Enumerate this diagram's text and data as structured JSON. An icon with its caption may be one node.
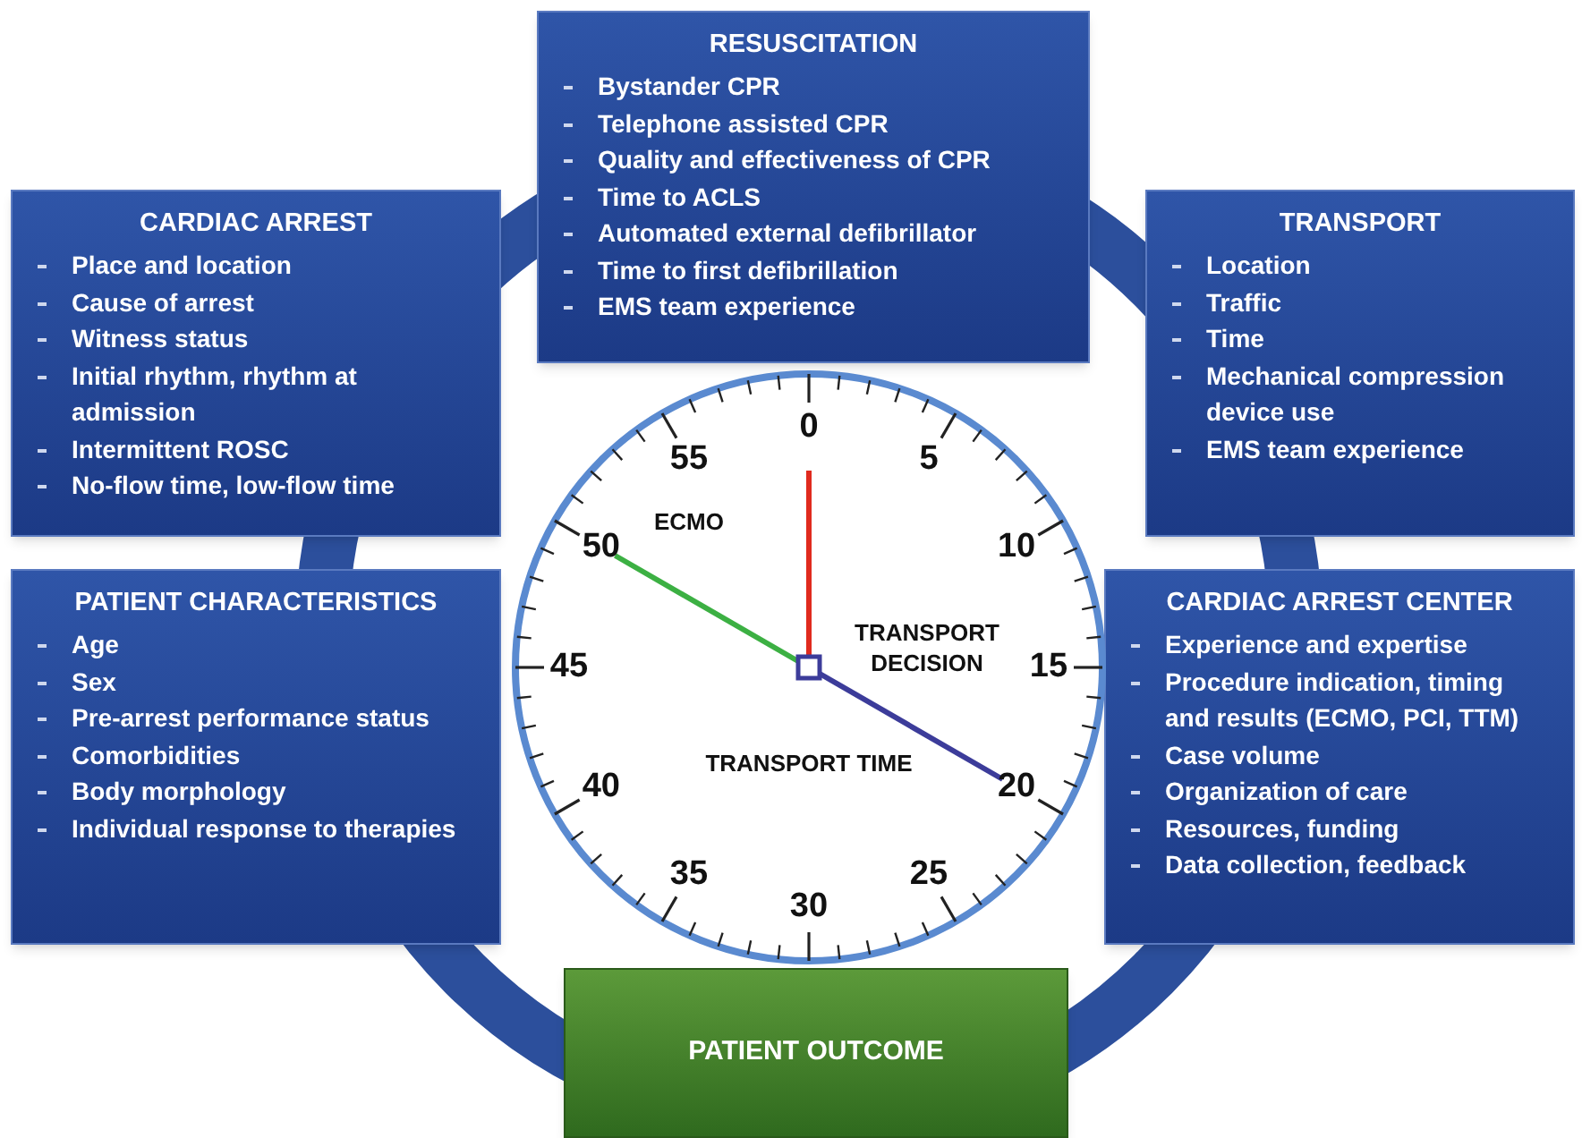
{
  "diagram": {
    "nodes": [
      {
        "text": [
          "RESUSCITATION",
          "Bystander CPR",
          "Telephone assisted CPR",
          "Quality and effectiveness of CPR",
          "Time to ACLS",
          "Automated external defibrillator",
          "Time to first defibrillation",
          "EMS team experience"
        ]
      },
      {
        "text": [
          "CARDIAC ARREST",
          "Place and location",
          "Cause of arrest",
          "Witness status",
          "Initial rhythm, rhythm at admission",
          "Intermittent ROSC",
          "No-flow time, low-flow time"
        ]
      },
      {
        "text": [
          "TRANSPORT",
          "Location",
          "Traffic",
          "Time",
          "Mechanical compression device use",
          "EMS team experience"
        ]
      },
      {
        "text": [
          "PATIENT CHARACTERISTICS",
          "Age",
          "Sex",
          "Pre-arrest performance status",
          "Comorbidities",
          "Body morphology",
          "Individual response to therapies"
        ]
      },
      {
        "text": [
          "CARDIAC ARREST CENTER",
          "Experience and expertise",
          "Procedure indication, timing and results (ECMO, PCI, TTM)",
          "Case volume",
          "Organization of care",
          "Resources, funding",
          "Data collection, feedback"
        ]
      },
      {
        "text": [
          "PATIENT OUTCOME"
        ]
      }
    ],
    "edges": [],
    "labels": [
      "0",
      "5",
      "10",
      "15",
      "20",
      "25",
      "30",
      "35",
      "40",
      "45",
      "50",
      "55",
      "ECMO",
      "TRANSPORT DECISION",
      "TRANSPORT TIME"
    ]
  }
}
